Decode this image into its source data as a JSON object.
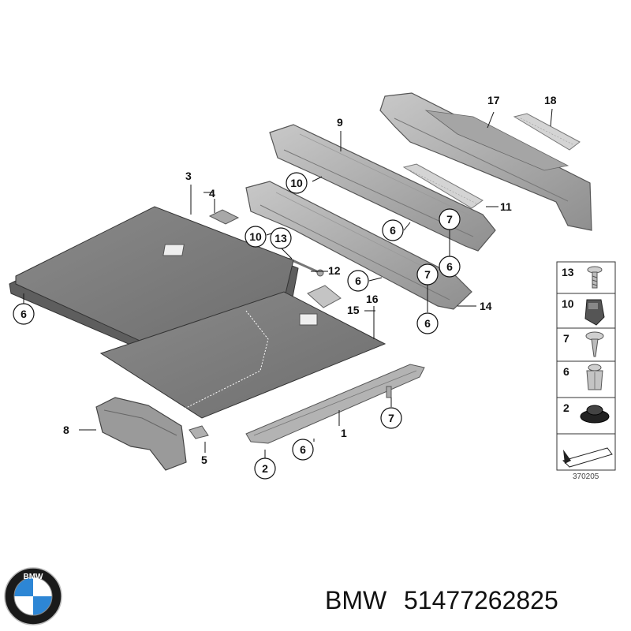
{
  "callouts": {
    "c1": "1",
    "c2": "2",
    "c3": "3",
    "c4": "4",
    "c5": "5",
    "c6a": "6",
    "c6b": "6",
    "c6c": "6",
    "c6d": "6",
    "c6e": "6",
    "c6f": "6",
    "c7a": "7",
    "c7b": "7",
    "c7c": "7",
    "c8": "8",
    "c9": "9",
    "c10a": "10",
    "c10b": "10",
    "c11": "11",
    "c12": "12",
    "c13": "13",
    "c14": "14",
    "c15": "15",
    "c16": "16",
    "c17": "17",
    "c18": "18"
  },
  "legend": {
    "items": [
      "13",
      "10",
      "7",
      "6",
      "2"
    ]
  },
  "diagram_number": "370205",
  "brand": {
    "name": "BMW",
    "part_number": "51477262825",
    "logo_letters": "BMW"
  }
}
